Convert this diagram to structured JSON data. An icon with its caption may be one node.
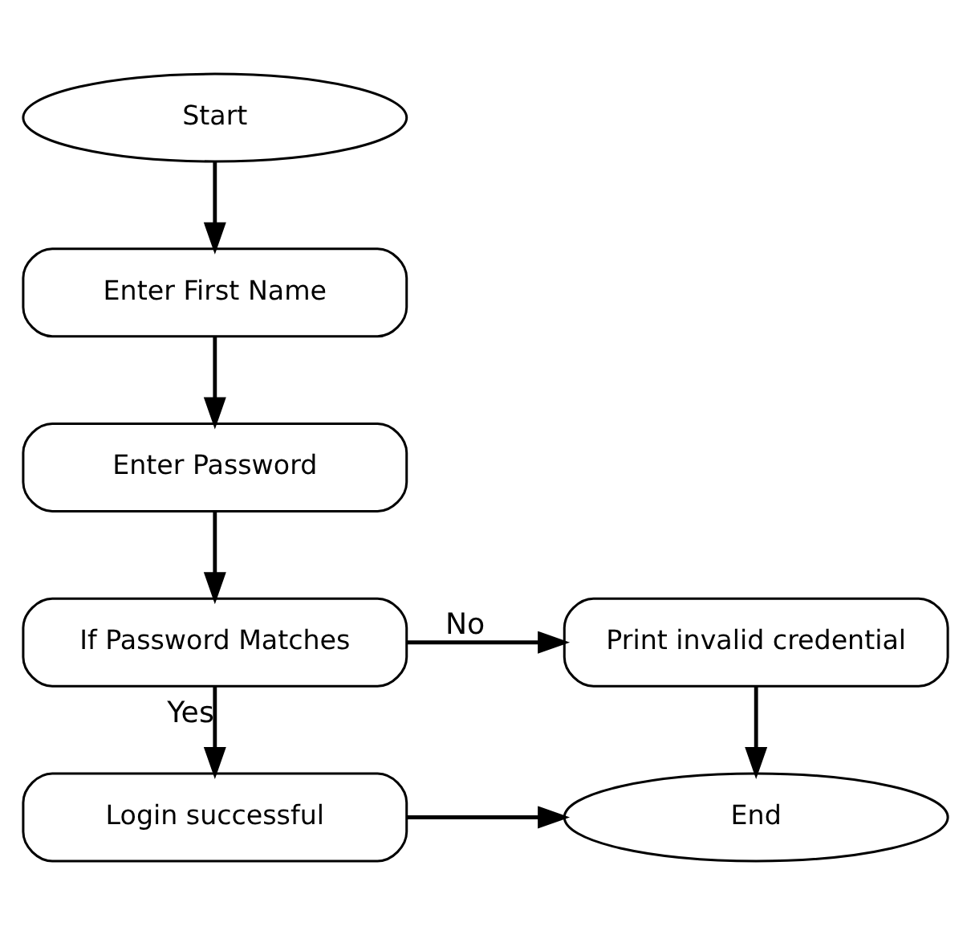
{
  "diagram": {
    "nodes": [
      {
        "text": [
          "Start"
        ]
      },
      {
        "text": [
          "Enter First Name"
        ]
      },
      {
        "text": [
          "Enter Password"
        ]
      },
      {
        "text": [
          "If Password Matches"
        ]
      },
      {
        "text": [
          "Print invalid credential"
        ]
      },
      {
        "text": [
          "Login successful"
        ]
      },
      {
        "text": [
          "End"
        ]
      }
    ],
    "edges": [
      {
        "from": 0,
        "to": 1,
        "arrow": "to"
      },
      {
        "from": 1,
        "to": 2,
        "arrow": "to"
      },
      {
        "from": 2,
        "to": 3,
        "arrow": "to"
      },
      {
        "from": 3,
        "to": 4,
        "arrow": "to",
        "label": "No"
      },
      {
        "from": 3,
        "to": 5,
        "arrow": "to",
        "label": "Yes"
      },
      {
        "from": 4,
        "to": 6,
        "arrow": "to"
      },
      {
        "from": 5,
        "to": 6,
        "arrow": "to"
      }
    ]
  }
}
